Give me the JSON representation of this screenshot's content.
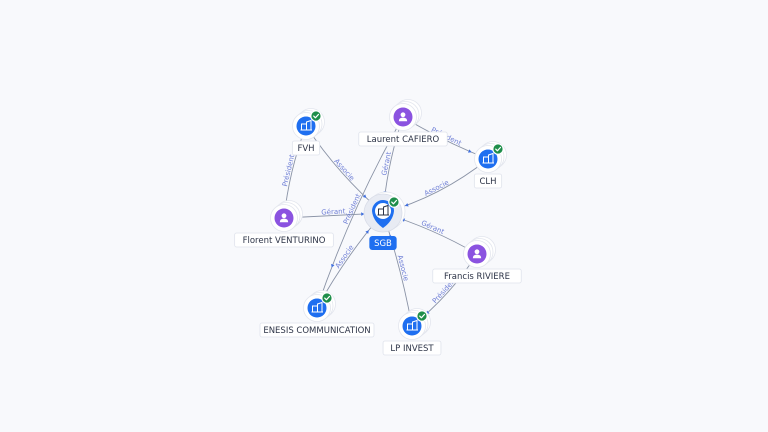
{
  "graph": {
    "colors": {
      "company": "#1f6ff0",
      "person": "#8b53e0",
      "check": "#1e8e4a",
      "edge": "#8a93a6",
      "edge_label": "#6f7fd6"
    },
    "center": {
      "id": "sgb",
      "label": "SGB",
      "type": "company",
      "verified": true
    },
    "nodes": [
      {
        "id": "fvh",
        "label": "FVH",
        "type": "company",
        "verified": true
      },
      {
        "id": "laurent",
        "label": "Laurent CAFIERO",
        "type": "person",
        "verified": false
      },
      {
        "id": "clh",
        "label": "CLH",
        "type": "company",
        "verified": true
      },
      {
        "id": "florent",
        "label": "Florent VENTURINO",
        "type": "person",
        "verified": false
      },
      {
        "id": "francis",
        "label": "Francis RIVIERE",
        "type": "person",
        "verified": false
      },
      {
        "id": "enesis",
        "label": "ENESIS COMMUNICATION",
        "type": "company",
        "verified": true
      },
      {
        "id": "lpinvest",
        "label": "LP INVEST",
        "type": "company",
        "verified": true
      }
    ],
    "edges": [
      {
        "from": "fvh",
        "to": "sgb",
        "label": "Associe"
      },
      {
        "from": "florent",
        "to": "fvh",
        "label": "Président"
      },
      {
        "from": "florent",
        "to": "sgb",
        "label": "Gérant"
      },
      {
        "from": "laurent",
        "to": "sgb",
        "label": "Gérant"
      },
      {
        "from": "laurent",
        "to": "clh",
        "label": "Président"
      },
      {
        "from": "clh",
        "to": "sgb",
        "label": "Associe"
      },
      {
        "from": "francis",
        "to": "sgb",
        "label": "Gérant"
      },
      {
        "from": "francis",
        "to": "lpinvest",
        "label": "Président"
      },
      {
        "from": "lpinvest",
        "to": "sgb",
        "label": "Associe"
      },
      {
        "from": "enesis",
        "to": "sgb",
        "label": "Associe"
      },
      {
        "from": "laurent",
        "to": "enesis",
        "label": "Président"
      }
    ]
  }
}
